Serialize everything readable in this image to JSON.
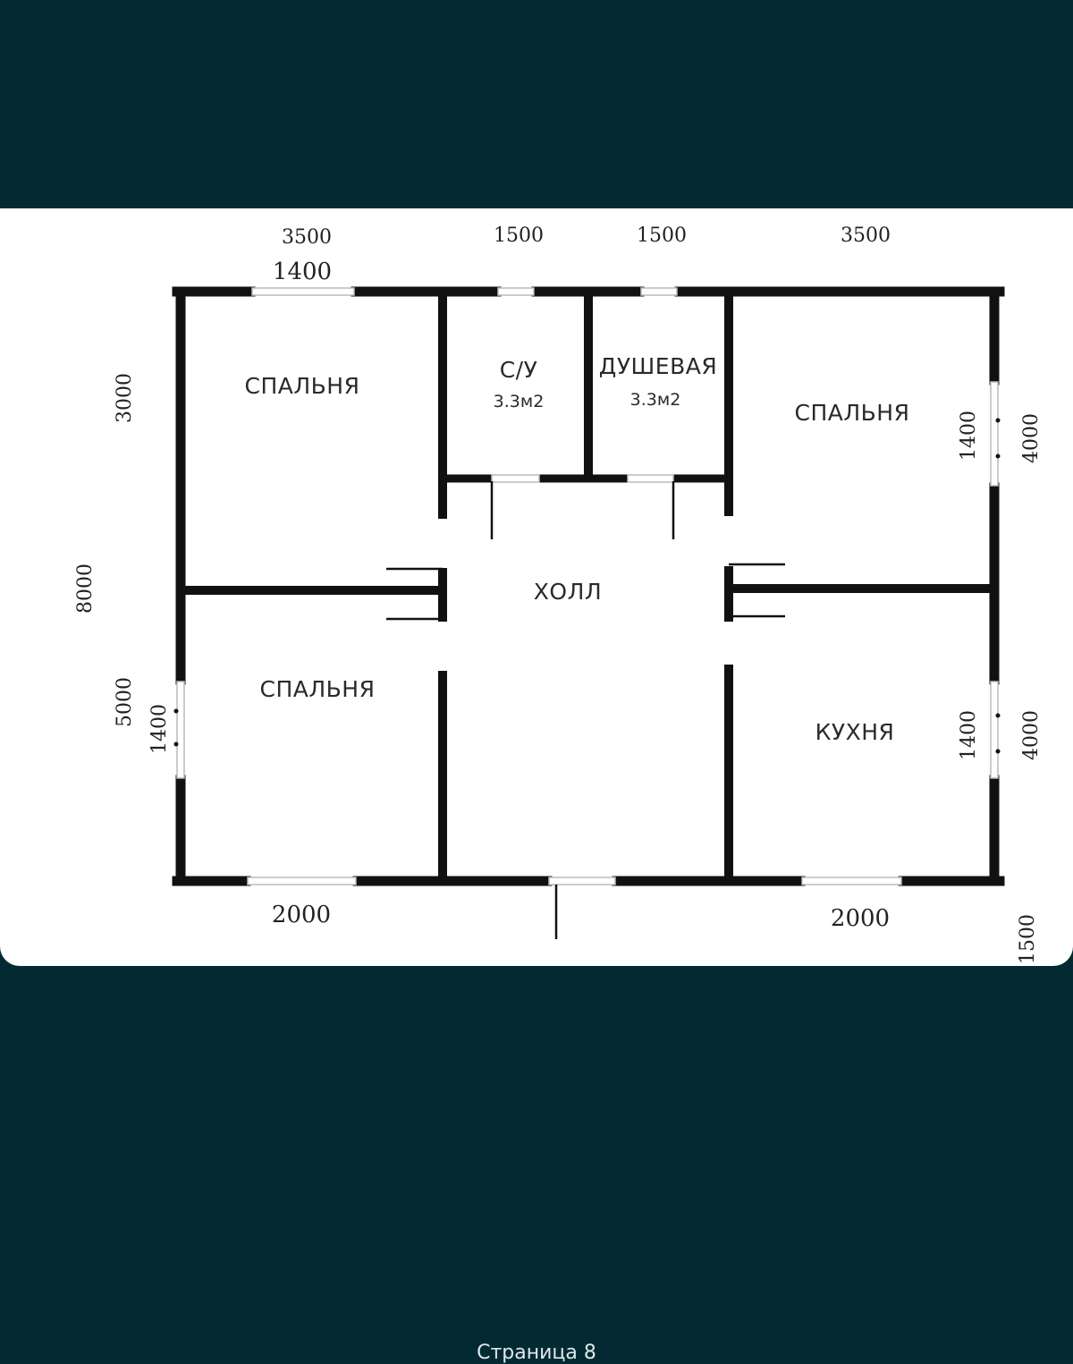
{
  "plan": {
    "dims_top": [
      "3500",
      "1500",
      "1500",
      "3500"
    ],
    "window_top_left": "1400",
    "dim_left_upper": "3000",
    "dim_left_total": "8000",
    "dim_left_lower": "5000",
    "window_left_lower": "1400",
    "window_right_upper": "1400",
    "dim_right_upper": "4000",
    "window_right_lower": "1400",
    "dim_right_lower": "4000",
    "window_bottom_left": "2000",
    "window_bottom_right": "2000",
    "dim_porch": "1500",
    "rooms": {
      "bedroom_top_left": "СПАЛЬНЯ",
      "wc": "С/У",
      "wc_area": "3.3м2",
      "shower": "ДУШЕВАЯ",
      "shower_area": "3.3м2",
      "bedroom_top_right": "СПАЛЬНЯ",
      "hall": "ХОЛЛ",
      "bedroom_bottom_left": "СПАЛЬНЯ",
      "kitchen": "КУХНЯ"
    }
  },
  "colors": {
    "viewer_background": "#032a33",
    "plan_background": "#ffffff",
    "walls": "#111111"
  },
  "caption": "Страница 8"
}
